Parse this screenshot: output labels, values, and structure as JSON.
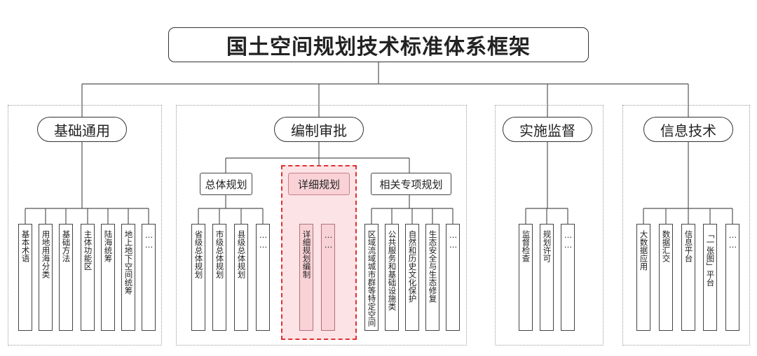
{
  "title": "国土空间规划技术标准体系框架",
  "categories": [
    {
      "label": "基础通用"
    },
    {
      "label": "编制审批"
    },
    {
      "label": "实施监督"
    },
    {
      "label": "信息技术"
    }
  ],
  "subcategories": [
    {
      "label": "总体规划"
    },
    {
      "label": "详细规划"
    },
    {
      "label": "相关专项规划"
    }
  ],
  "leaves": {
    "basic": [
      "基本术语",
      "用地用海分类",
      "基础方法",
      "主体功能区",
      "陆海统筹",
      "地上地下空间统筹",
      "……"
    ],
    "overall": [
      "省级总体规划",
      "市级总体规划",
      "县级总体规划",
      "……"
    ],
    "detailed": [
      "详细规划编制",
      "……"
    ],
    "special": [
      "区域流域城市群等特定空间",
      "公共服务和基础设施类",
      "自然和历史文化保护",
      "生态安全与生态修复",
      "……"
    ],
    "supervision": [
      "监督检查",
      "规划许可",
      "……"
    ],
    "info": [
      "大数据应用",
      "数据汇交",
      "信息平台",
      "「一张图」平台",
      "……"
    ]
  }
}
